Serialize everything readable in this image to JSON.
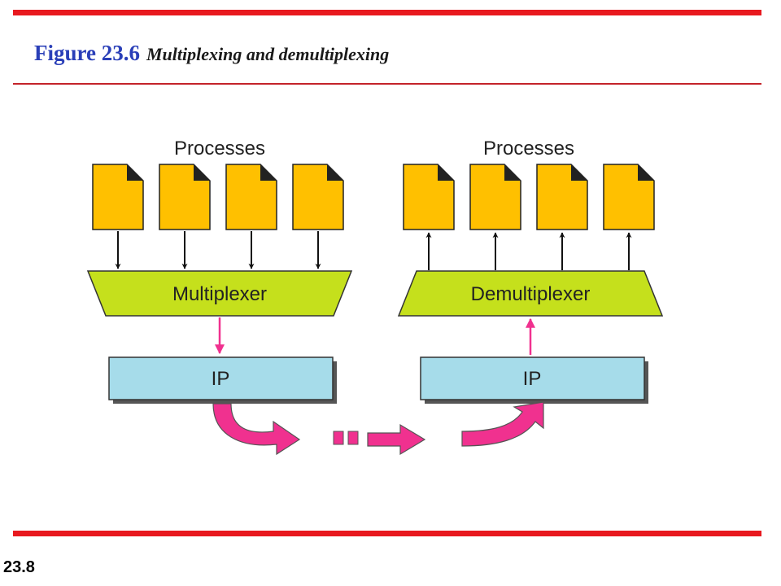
{
  "header": {
    "figure_label": "Figure 23.6",
    "caption": "Multiplexing and demultiplexing"
  },
  "footer": {
    "page_number": "23.8"
  },
  "diagram": {
    "left": {
      "processes_label": "Processes",
      "mux_label": "Multiplexer",
      "ip_label": "IP"
    },
    "right": {
      "processes_label": "Processes",
      "demux_label": "Demultiplexer",
      "ip_label": "IP"
    }
  },
  "colors": {
    "accent_red": "#e8191f",
    "title_blue": "#2a3fb8",
    "process_fill": "#ffc000",
    "mux_fill": "#c5e01c",
    "ip_fill": "#a6dcea",
    "flow_pink": "#f0318f"
  }
}
